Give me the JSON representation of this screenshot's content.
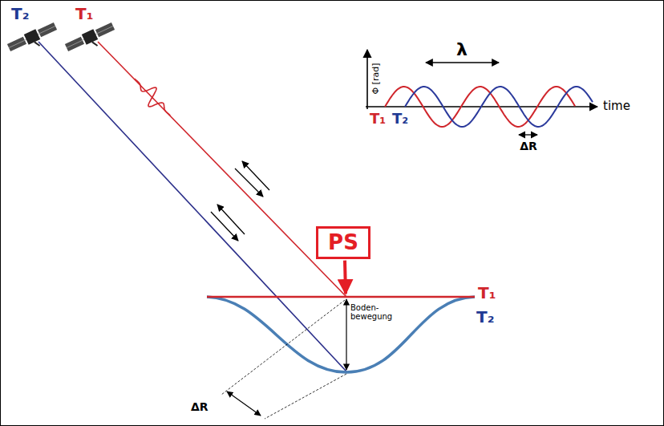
{
  "diagram": {
    "nodes": [
      {
        "text": [
          "PS"
        ]
      }
    ],
    "labels": [
      "T₂",
      "T₁",
      "λ",
      "Φ [rad]",
      "time",
      "T₁",
      "T₂",
      "ΔR",
      "T₁",
      "Boden- bewegung",
      "T₂",
      "ΔR"
    ]
  }
}
